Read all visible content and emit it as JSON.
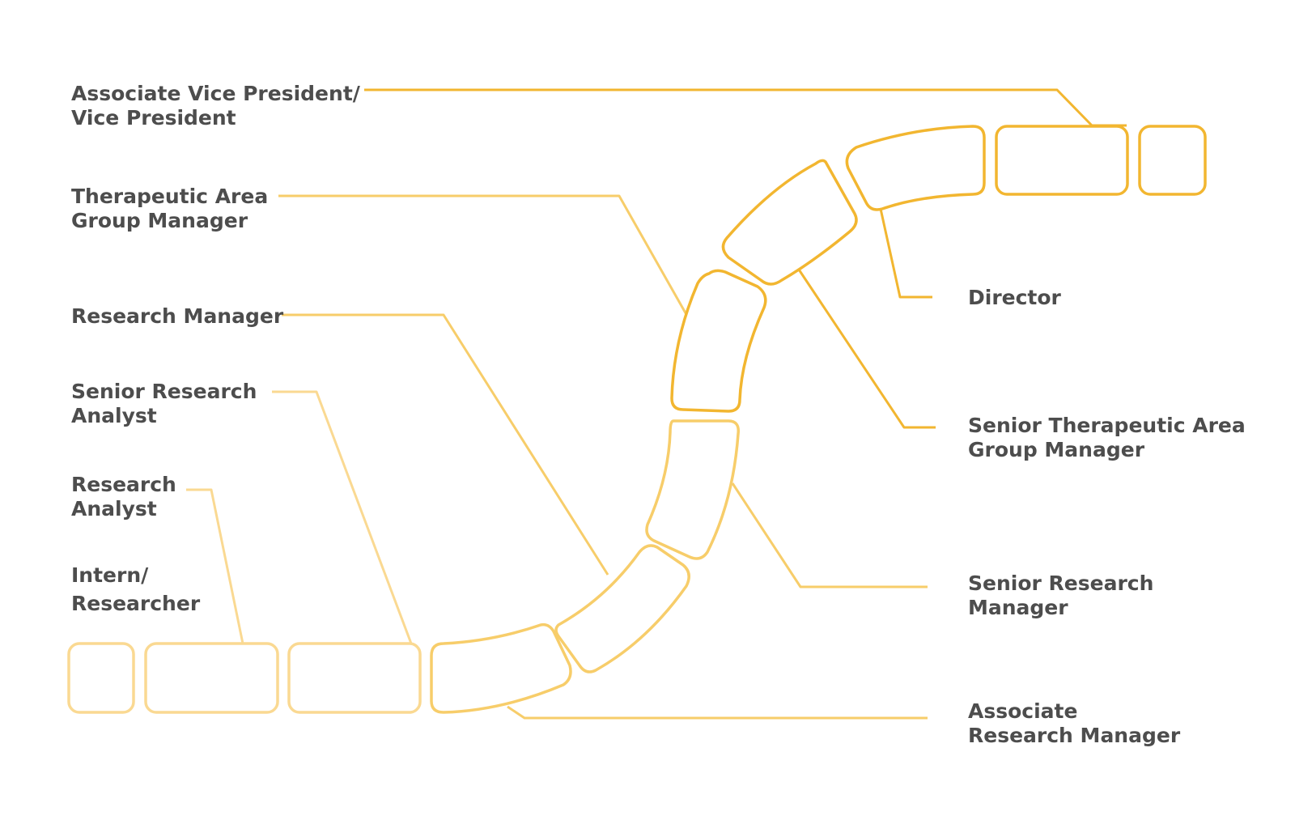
{
  "colors": {
    "gold": "#f2b630",
    "gold_light": "#f7cd6a",
    "gold_pale": "#fad992",
    "text": "#4d4d4d"
  },
  "roles": {
    "intern": [
      "Intern/",
      "Researcher"
    ],
    "research_analyst": [
      "Research",
      "Analyst"
    ],
    "senior_research_analyst": [
      "Senior Research",
      "Analyst"
    ],
    "research_manager": [
      "Research Manager"
    ],
    "ta_group_manager": [
      "Therapeutic Area",
      "Group Manager"
    ],
    "avp_vp": [
      "Associate Vice President/",
      "Vice President"
    ],
    "director": [
      "Director"
    ],
    "senior_ta_group_manager": [
      "Senior Therapeutic Area",
      "Group Manager"
    ],
    "senior_research_manager": [
      "Senior Research",
      "Manager"
    ],
    "associate_research_manager": [
      "Associate",
      "Research Manager"
    ]
  }
}
